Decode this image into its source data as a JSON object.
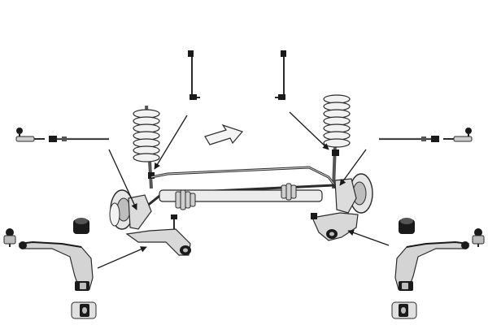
{
  "diagram": {
    "subject": "front-suspension-exploded-view",
    "colors": {
      "background": "#ffffff",
      "part_fill_light": "#e6e6e6",
      "part_fill_mid": "#bdbdbd",
      "part_fill_dark": "#555555",
      "part_black": "#1a1a1a",
      "outline": "#2b2b2b",
      "arrow": "#1a1a1a"
    },
    "parts": [
      {
        "name": "tie-rod-end-left",
        "side": "left"
      },
      {
        "name": "tie-rod-left",
        "side": "left"
      },
      {
        "name": "stabilizer-link-left",
        "side": "left"
      },
      {
        "name": "stabilizer-link-right",
        "side": "right"
      },
      {
        "name": "tie-rod-right",
        "side": "right"
      },
      {
        "name": "tie-rod-end-right",
        "side": "right"
      },
      {
        "name": "coil-spring-left",
        "side": "left"
      },
      {
        "name": "coil-spring-right",
        "side": "right"
      },
      {
        "name": "front-axle-assembly",
        "side": "center"
      },
      {
        "name": "direction-arrow",
        "side": "center"
      },
      {
        "name": "control-arm-left",
        "side": "left"
      },
      {
        "name": "control-arm-right",
        "side": "right"
      },
      {
        "name": "ball-joint-left",
        "side": "left"
      },
      {
        "name": "ball-joint-right",
        "side": "right"
      },
      {
        "name": "arm-bushing-left",
        "side": "left"
      },
      {
        "name": "arm-bushing-right",
        "side": "right"
      },
      {
        "name": "bushing-small-left",
        "side": "left"
      },
      {
        "name": "bushing-small-right",
        "side": "right"
      }
    ]
  }
}
